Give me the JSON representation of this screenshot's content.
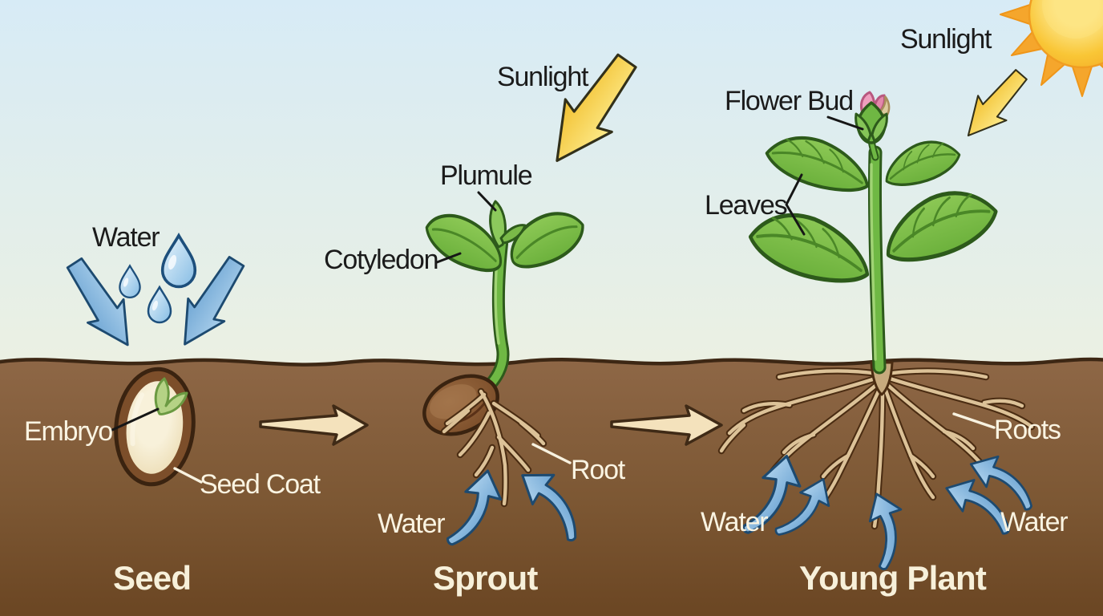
{
  "stages": [
    {
      "id": "seed",
      "title": "Seed",
      "labels": {
        "water": "Water",
        "embryo": "Embryo",
        "seed_coat": "Seed Coat"
      }
    },
    {
      "id": "sprout",
      "title": "Sprout",
      "labels": {
        "sunlight": "Sunlight",
        "plumule": "Plumule",
        "cotyledon": "Cotyledon",
        "root": "Root",
        "water": "Water"
      }
    },
    {
      "id": "young_plant",
      "title": "Young Plant",
      "labels": {
        "sunlight": "Sunlight",
        "flower_bud": "Flower Bud",
        "leaves": "Leaves",
        "roots": "Roots",
        "water_left": "Water",
        "water_right": "Water"
      }
    }
  ],
  "icons": [
    "sun-icon",
    "water-drop-icon",
    "water-arrow-icon",
    "sunlight-arrow-icon",
    "stage-transition-arrow-icon"
  ],
  "colors": {
    "sky_top": "#d7ebf6",
    "sky_bottom": "#faf7e2",
    "soil_top": "#8e6746",
    "soil_bottom": "#6a4522",
    "water_arrow_blue": "#84b8e1",
    "sunlight_arrow_yellow": "#f8d74e",
    "stage_arrow_cream": "#f4e2bc",
    "leaf_green": "#7cbd4b",
    "stem_green": "#6fb844",
    "seed_coat_brown": "#7c4e2a",
    "seed_inner_cream": "#f2e8cc",
    "root_tan": "#dcc298",
    "flower_bud_pink": "#ef9fbe",
    "sun_yellow": "#f9c636",
    "label_dark": "#1b1b1b",
    "label_light": "#faf4e2"
  }
}
